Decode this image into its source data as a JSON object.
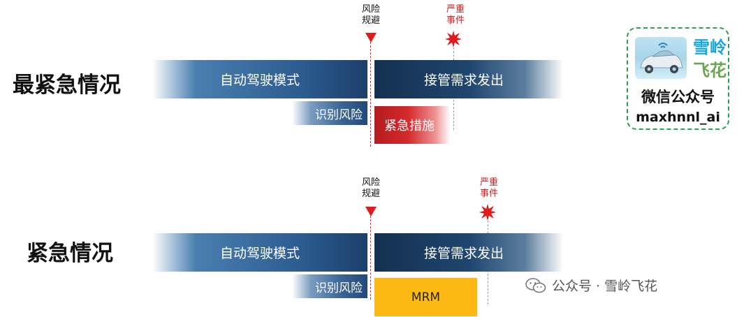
{
  "scenario1": {
    "title": "最紧急情况",
    "auto_mode": "自动驾驶模式",
    "takeover_request": "接管需求发出",
    "detect_risk": "识别风险",
    "response": "紧急措施",
    "risk_avoid": [
      "风险",
      "规避"
    ],
    "severe_event": [
      "严重",
      "事件"
    ]
  },
  "scenario2": {
    "title": "紧急情况",
    "auto_mode": "自动驾驶模式",
    "takeover_request": "接管需求发出",
    "detect_risk": "识别风险",
    "response": "MRM",
    "risk_avoid": [
      "风险",
      "规避"
    ],
    "severe_event": [
      "严重",
      "事件"
    ]
  },
  "logo": {
    "line1": "雪岭",
    "line2": "飞花",
    "line3": "微信公众号",
    "line4": "maxhnnl_ai"
  },
  "watermark": {
    "text": "公众号 · 雪岭飞花"
  },
  "colors": {
    "blue_dark": "#1c3f6b",
    "red": "#d42a2c",
    "marker_red": "#e11b1b",
    "mrm_yellow": "#fdb913",
    "logo_green": "#2aa14a"
  },
  "icons": {
    "marker": "red-down-triangle-icon",
    "event": "red-starburst-icon",
    "car": "autonomous-car-icon",
    "wechat": "wechat-icon"
  }
}
